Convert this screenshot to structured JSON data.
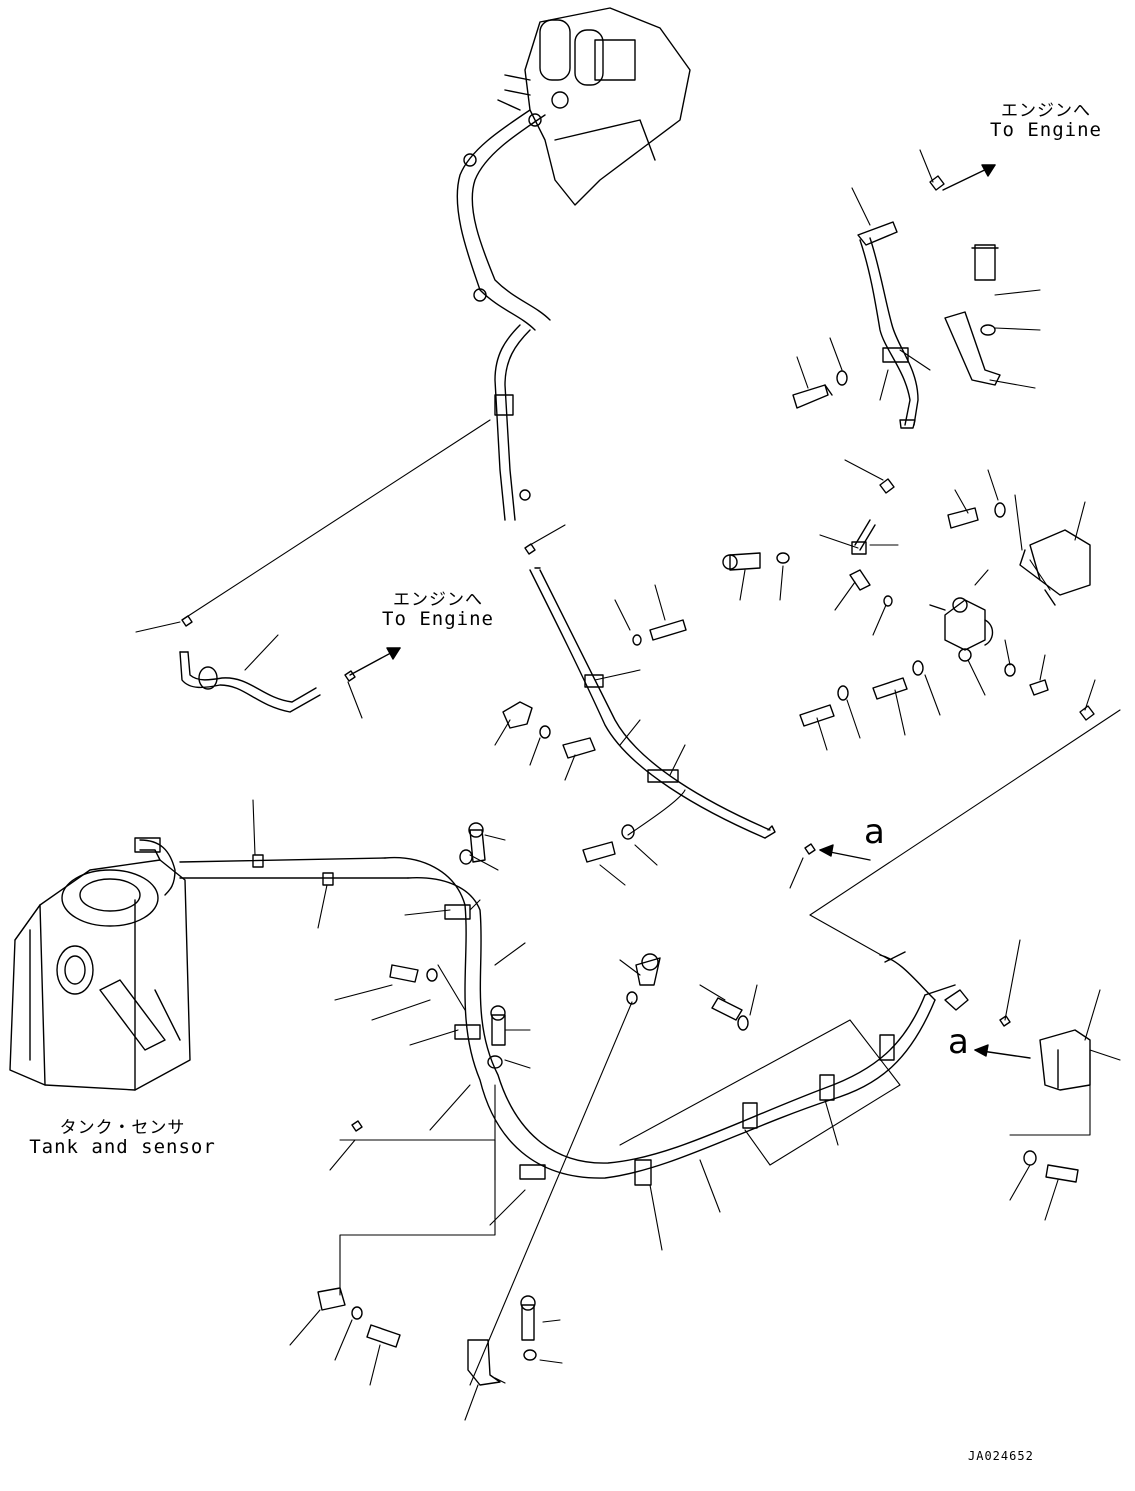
{
  "labels": {
    "engine_top": {
      "jp": "エンジンへ",
      "en": "To Engine"
    },
    "engine_mid": {
      "jp": "エンジンへ",
      "en": "To Engine"
    },
    "tank": {
      "jp": "タンク・センサ",
      "en": "Tank and sensor"
    },
    "marker_a_upper": "a",
    "marker_a_lower": "a",
    "drawing_code": "JA024652"
  },
  "colors": {
    "line": "#000000",
    "background": "#ffffff"
  }
}
